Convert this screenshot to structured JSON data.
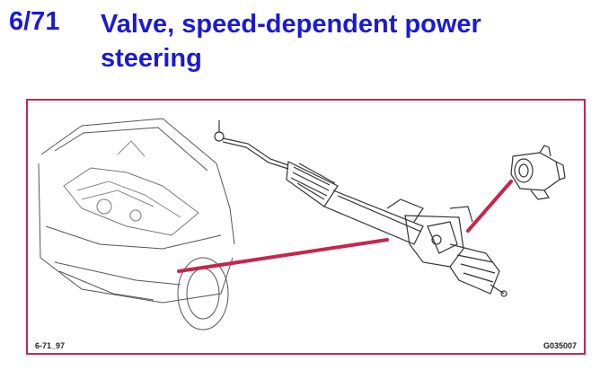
{
  "header": {
    "section_number": "6/71",
    "title": "Valve, speed-dependent power steering"
  },
  "figure": {
    "ref_left": "6-71_97",
    "ref_right": "G035007",
    "callout_color": "#c4274e"
  }
}
